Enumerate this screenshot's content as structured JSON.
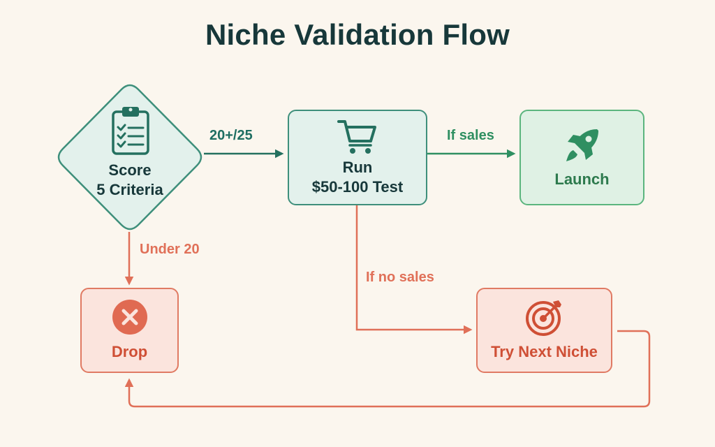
{
  "title": "Niche Validation Flow",
  "colors": {
    "background": "#fbf6ee",
    "teal": "#3e8f7b",
    "teal_fill": "#e3f1ec",
    "green": "#5bb57e",
    "green_fill": "#dff1e4",
    "red": "#e07a63",
    "red_fill": "#fbe4dd",
    "text_dark": "#17383a"
  },
  "nodes": {
    "score": {
      "shape": "diamond",
      "icon": "clipboard-checklist-icon",
      "line1": "Score",
      "line2": "5 Criteria"
    },
    "test": {
      "shape": "rounded-rect",
      "icon": "shopping-cart-icon",
      "line1": "Run",
      "line2": "$50-100 Test"
    },
    "launch": {
      "shape": "rounded-rect",
      "icon": "rocket-icon",
      "label": "Launch"
    },
    "drop": {
      "shape": "rounded-rect",
      "icon": "x-circle-icon",
      "label": "Drop"
    },
    "next": {
      "shape": "rounded-rect",
      "icon": "target-arrow-icon",
      "label": "Try Next Niche"
    }
  },
  "edges": {
    "score_to_test": "20+/25",
    "test_to_launch": "If sales",
    "score_to_drop": "Under 20",
    "test_to_next": "If no sales",
    "next_to_drop": ""
  }
}
